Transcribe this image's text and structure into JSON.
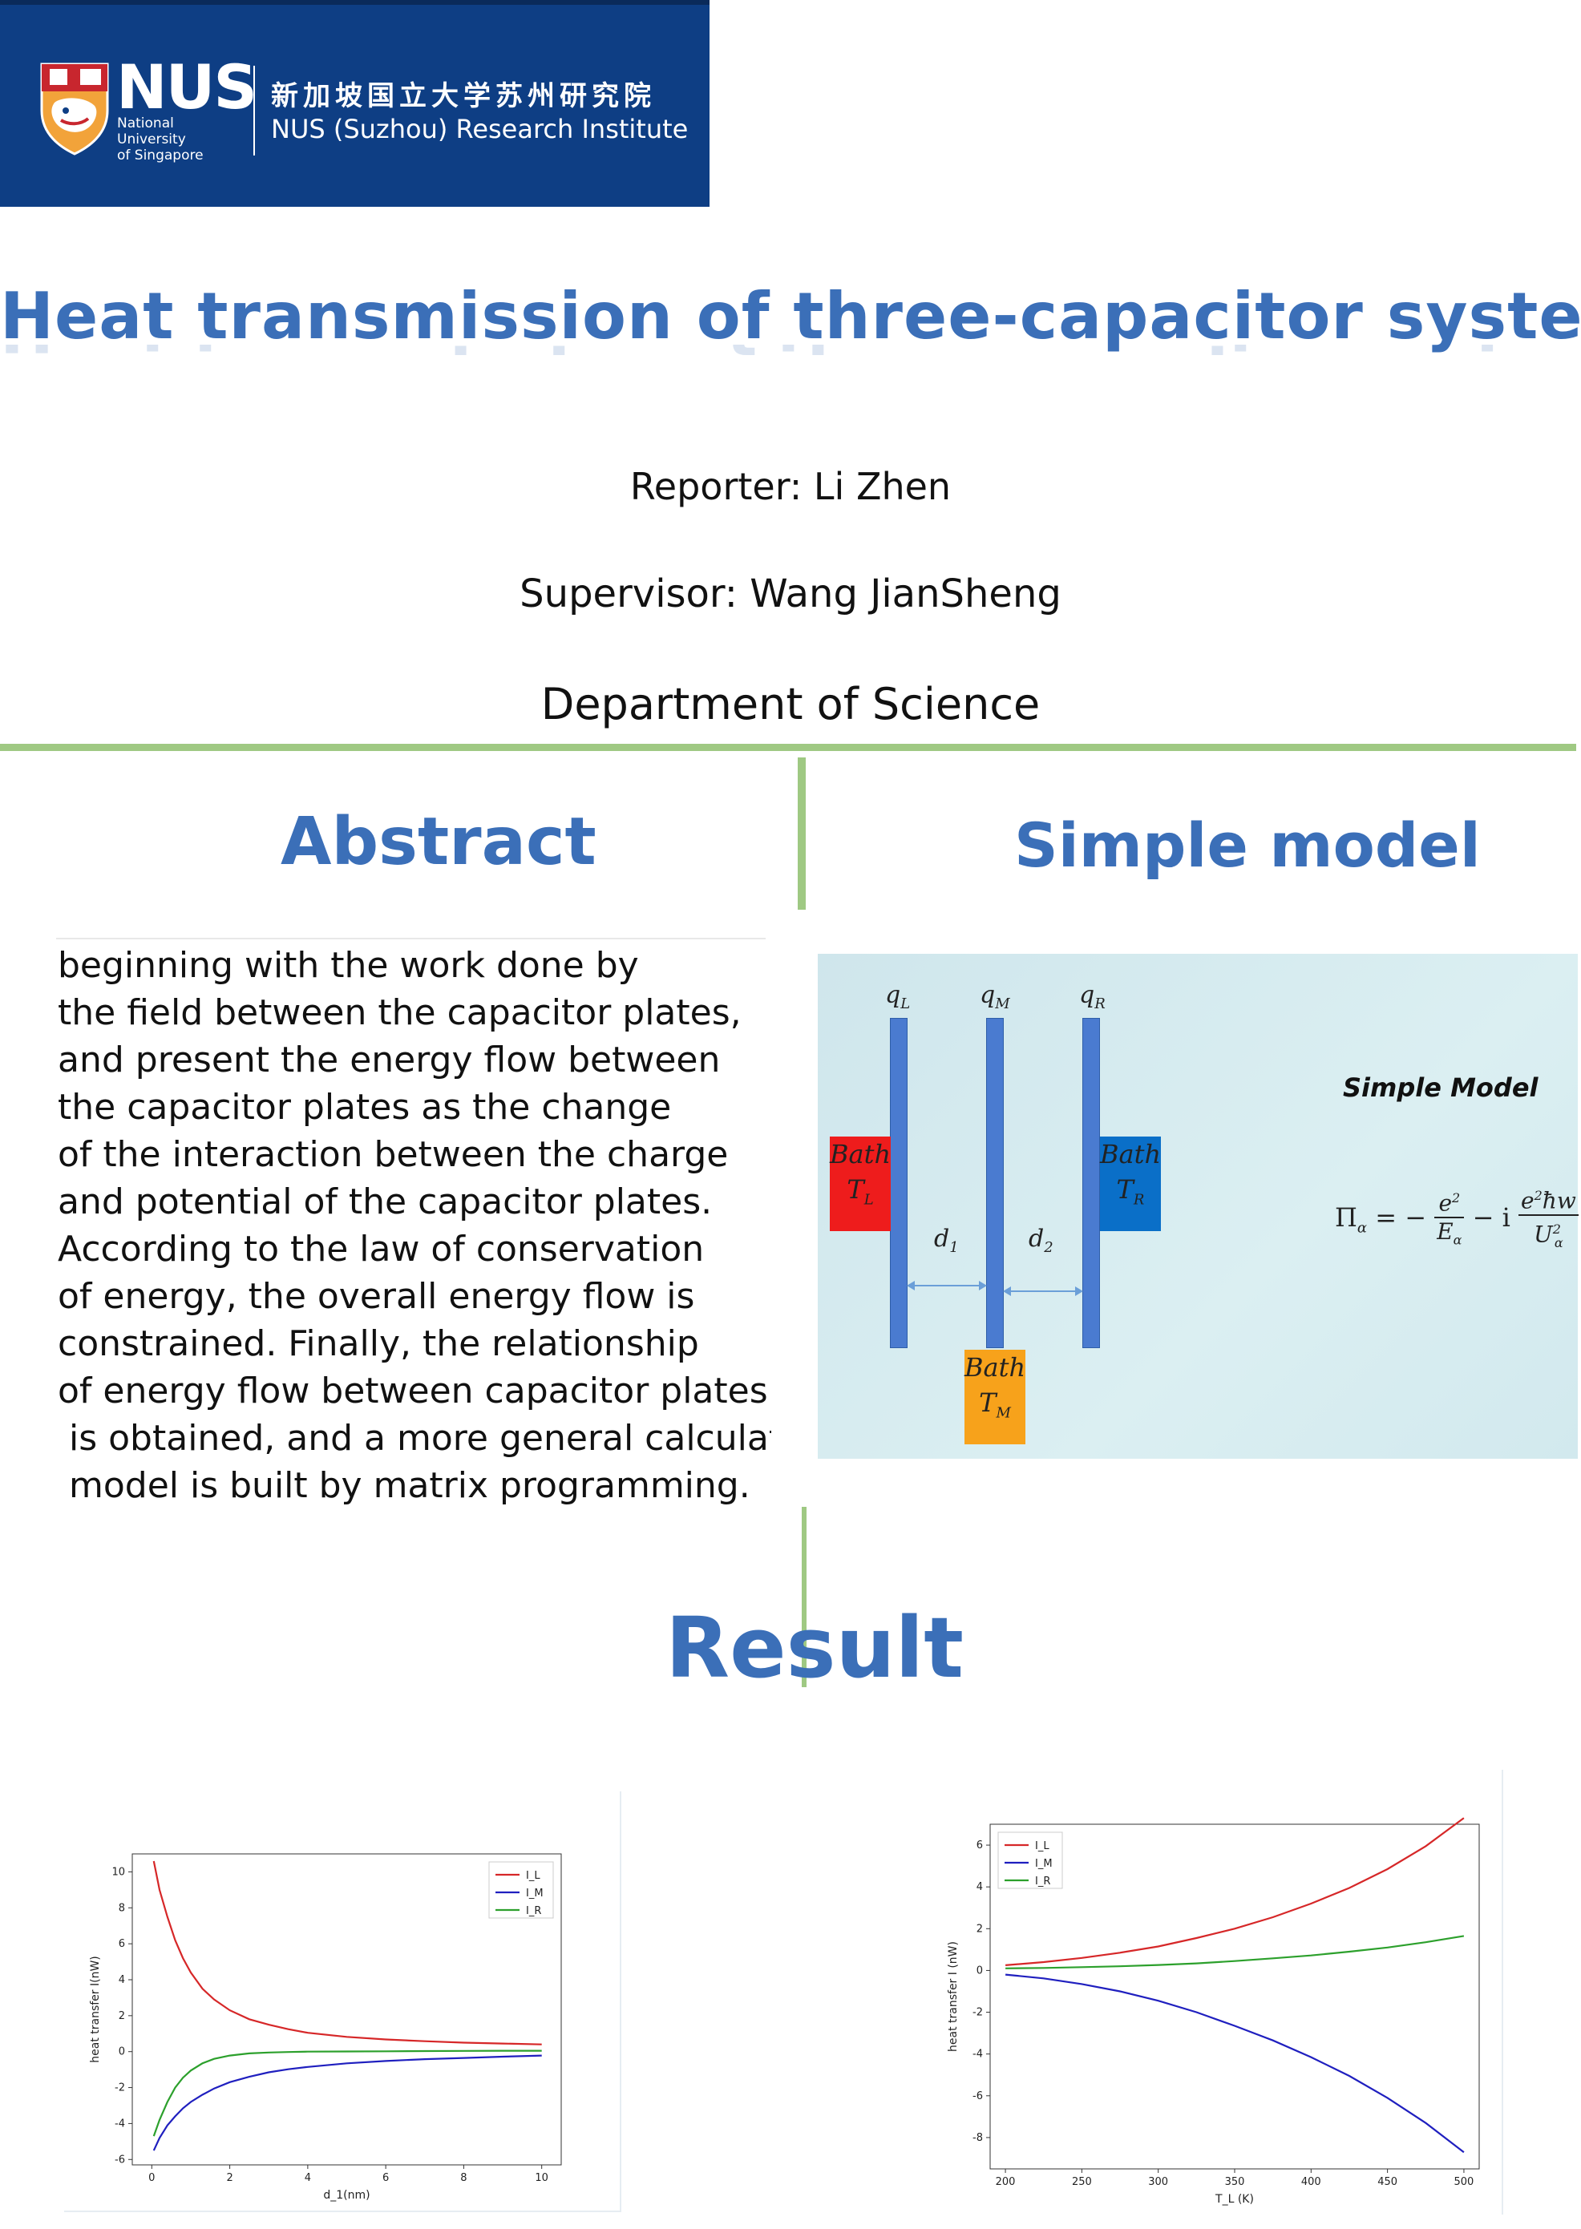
{
  "header": {
    "logo_word": "NUS",
    "logo_subtitle": [
      "National University",
      "of Singapore"
    ],
    "institute_cn": "新加坡国立大学苏州研究院",
    "institute_en": "NUS (Suzhou) Research Institute",
    "colors": {
      "banner": "#0e3e84",
      "text": "#ffffff",
      "crest_orange": "#f2a33a"
    }
  },
  "title": "Heat transmission of three-capacitor system",
  "reporter": "Reporter: Li Zhen",
  "supervisor": "Supervisor: Wang JianSheng",
  "department": "Department of Science",
  "colors": {
    "title_blue": "#3b6fb8",
    "divider_green": "#9fc983"
  },
  "abstract": {
    "heading": "Abstract",
    "lines": [
      "beginning with the work done by",
      "the field between the capacitor plates,",
      "and present the energy flow between",
      "the capacitor plates as the change",
      "of the interaction between the charge",
      "and potential of the capacitor plates.",
      "According to the law of conservation",
      "of energy, the overall energy flow is",
      "constrained. Finally, the relationship",
      "of energy flow between capacitor plates",
      "is obtained, and a more general calculatic",
      "model is built by matrix programming."
    ]
  },
  "model": {
    "heading": "Simple model",
    "caption": "Simple Model",
    "plates": {
      "left": "q",
      "left_sub": "L",
      "middle": "q",
      "middle_sub": "M",
      "right": "q",
      "right_sub": "R"
    },
    "gaps": {
      "d1": "d",
      "d1_sub": "1",
      "d2": "d",
      "d2_sub": "2"
    },
    "baths": {
      "left": {
        "word": "Bath",
        "sym": "T",
        "sub": "L",
        "color": "#ee1c1c"
      },
      "right": {
        "word": "Bath",
        "sym": "T",
        "sub": "R",
        "color": "#0a6fc8"
      },
      "middle": {
        "word": "Bath",
        "sym": "T",
        "sub": "M",
        "color": "#f7a21b"
      }
    },
    "formula": {
      "lhs": "Π",
      "lhs_sub": "α",
      "eq": "= −",
      "frac1_num": "e",
      "frac1_num_sup": "2",
      "frac1_den": "E",
      "frac1_den_sub": "α",
      "mid": "− i",
      "frac2_num": "e",
      "frac2_num_sup": "2",
      "frac2_num_rest": "ħw",
      "frac2_den": "U",
      "frac2_den_sup": "2",
      "frac2_den_sub": "α"
    }
  },
  "result": {
    "heading": "Result"
  },
  "chart_data": [
    {
      "type": "line",
      "xlabel": "d_1(nm)",
      "ylabel": "heat transfer I(nW)",
      "xlim": [
        -0.5,
        10.5
      ],
      "ylim": [
        -6.3,
        11
      ],
      "xticks": [
        0,
        2,
        4,
        6,
        8,
        10
      ],
      "yticks": [
        -6,
        -4,
        -2,
        0,
        2,
        4,
        6,
        8,
        10
      ],
      "legend_position": "top-right",
      "series": [
        {
          "name": "I_L",
          "color": "#d62728",
          "x": [
            0.05,
            0.2,
            0.4,
            0.6,
            0.8,
            1.0,
            1.3,
            1.6,
            2.0,
            2.5,
            3.0,
            3.5,
            4.0,
            5.0,
            6.0,
            7.0,
            8.0,
            9.0,
            10.0
          ],
          "y": [
            10.6,
            9.0,
            7.5,
            6.2,
            5.2,
            4.4,
            3.5,
            2.9,
            2.3,
            1.8,
            1.5,
            1.25,
            1.05,
            0.82,
            0.68,
            0.58,
            0.5,
            0.45,
            0.4
          ]
        },
        {
          "name": "I_M",
          "color": "#1f1fbf",
          "x": [
            0.05,
            0.2,
            0.4,
            0.6,
            0.8,
            1.0,
            1.3,
            1.6,
            2.0,
            2.5,
            3.0,
            3.5,
            4.0,
            5.0,
            6.0,
            7.0,
            8.0,
            9.0,
            10.0
          ],
          "y": [
            -5.5,
            -4.8,
            -4.1,
            -3.6,
            -3.15,
            -2.8,
            -2.4,
            -2.05,
            -1.7,
            -1.4,
            -1.15,
            -0.98,
            -0.85,
            -0.65,
            -0.52,
            -0.42,
            -0.35,
            -0.28,
            -0.22
          ]
        },
        {
          "name": "I_R",
          "color": "#2ca02c",
          "x": [
            0.05,
            0.2,
            0.4,
            0.6,
            0.8,
            1.0,
            1.3,
            1.6,
            2.0,
            2.5,
            3.0,
            3.5,
            4.0,
            5.0,
            6.0,
            7.0,
            8.0,
            9.0,
            10.0
          ],
          "y": [
            -4.7,
            -3.8,
            -2.8,
            -2.0,
            -1.45,
            -1.05,
            -0.65,
            -0.4,
            -0.22,
            -0.1,
            -0.05,
            -0.02,
            0.0,
            0.01,
            0.02,
            0.03,
            0.04,
            0.05,
            0.05
          ]
        }
      ]
    },
    {
      "type": "line",
      "xlabel": "T_L (K)",
      "ylabel": "heat transfer I (nW)",
      "xlim": [
        190,
        510
      ],
      "ylim": [
        -9.5,
        7
      ],
      "xticks": [
        200,
        250,
        300,
        350,
        400,
        450,
        500
      ],
      "yticks": [
        -8,
        -6,
        -4,
        -2,
        0,
        2,
        4,
        6
      ],
      "legend_position": "top-left",
      "series": [
        {
          "name": "I_L",
          "color": "#d62728",
          "x": [
            200,
            225,
            250,
            275,
            300,
            325,
            350,
            375,
            400,
            425,
            450,
            475,
            500
          ],
          "y": [
            0.25,
            0.4,
            0.6,
            0.85,
            1.15,
            1.55,
            2.0,
            2.55,
            3.2,
            3.95,
            4.85,
            5.95,
            7.3
          ]
        },
        {
          "name": "I_M",
          "color": "#1f1fbf",
          "x": [
            200,
            225,
            250,
            275,
            300,
            325,
            350,
            375,
            400,
            425,
            450,
            475,
            500
          ],
          "y": [
            -0.2,
            -0.38,
            -0.65,
            -1.0,
            -1.45,
            -2.0,
            -2.65,
            -3.35,
            -4.15,
            -5.05,
            -6.1,
            -7.3,
            -8.7
          ]
        },
        {
          "name": "I_R",
          "color": "#2ca02c",
          "x": [
            200,
            225,
            250,
            275,
            300,
            325,
            350,
            375,
            400,
            425,
            450,
            475,
            500
          ],
          "y": [
            0.1,
            0.12,
            0.16,
            0.2,
            0.26,
            0.34,
            0.45,
            0.58,
            0.72,
            0.9,
            1.1,
            1.35,
            1.65
          ]
        }
      ]
    }
  ]
}
